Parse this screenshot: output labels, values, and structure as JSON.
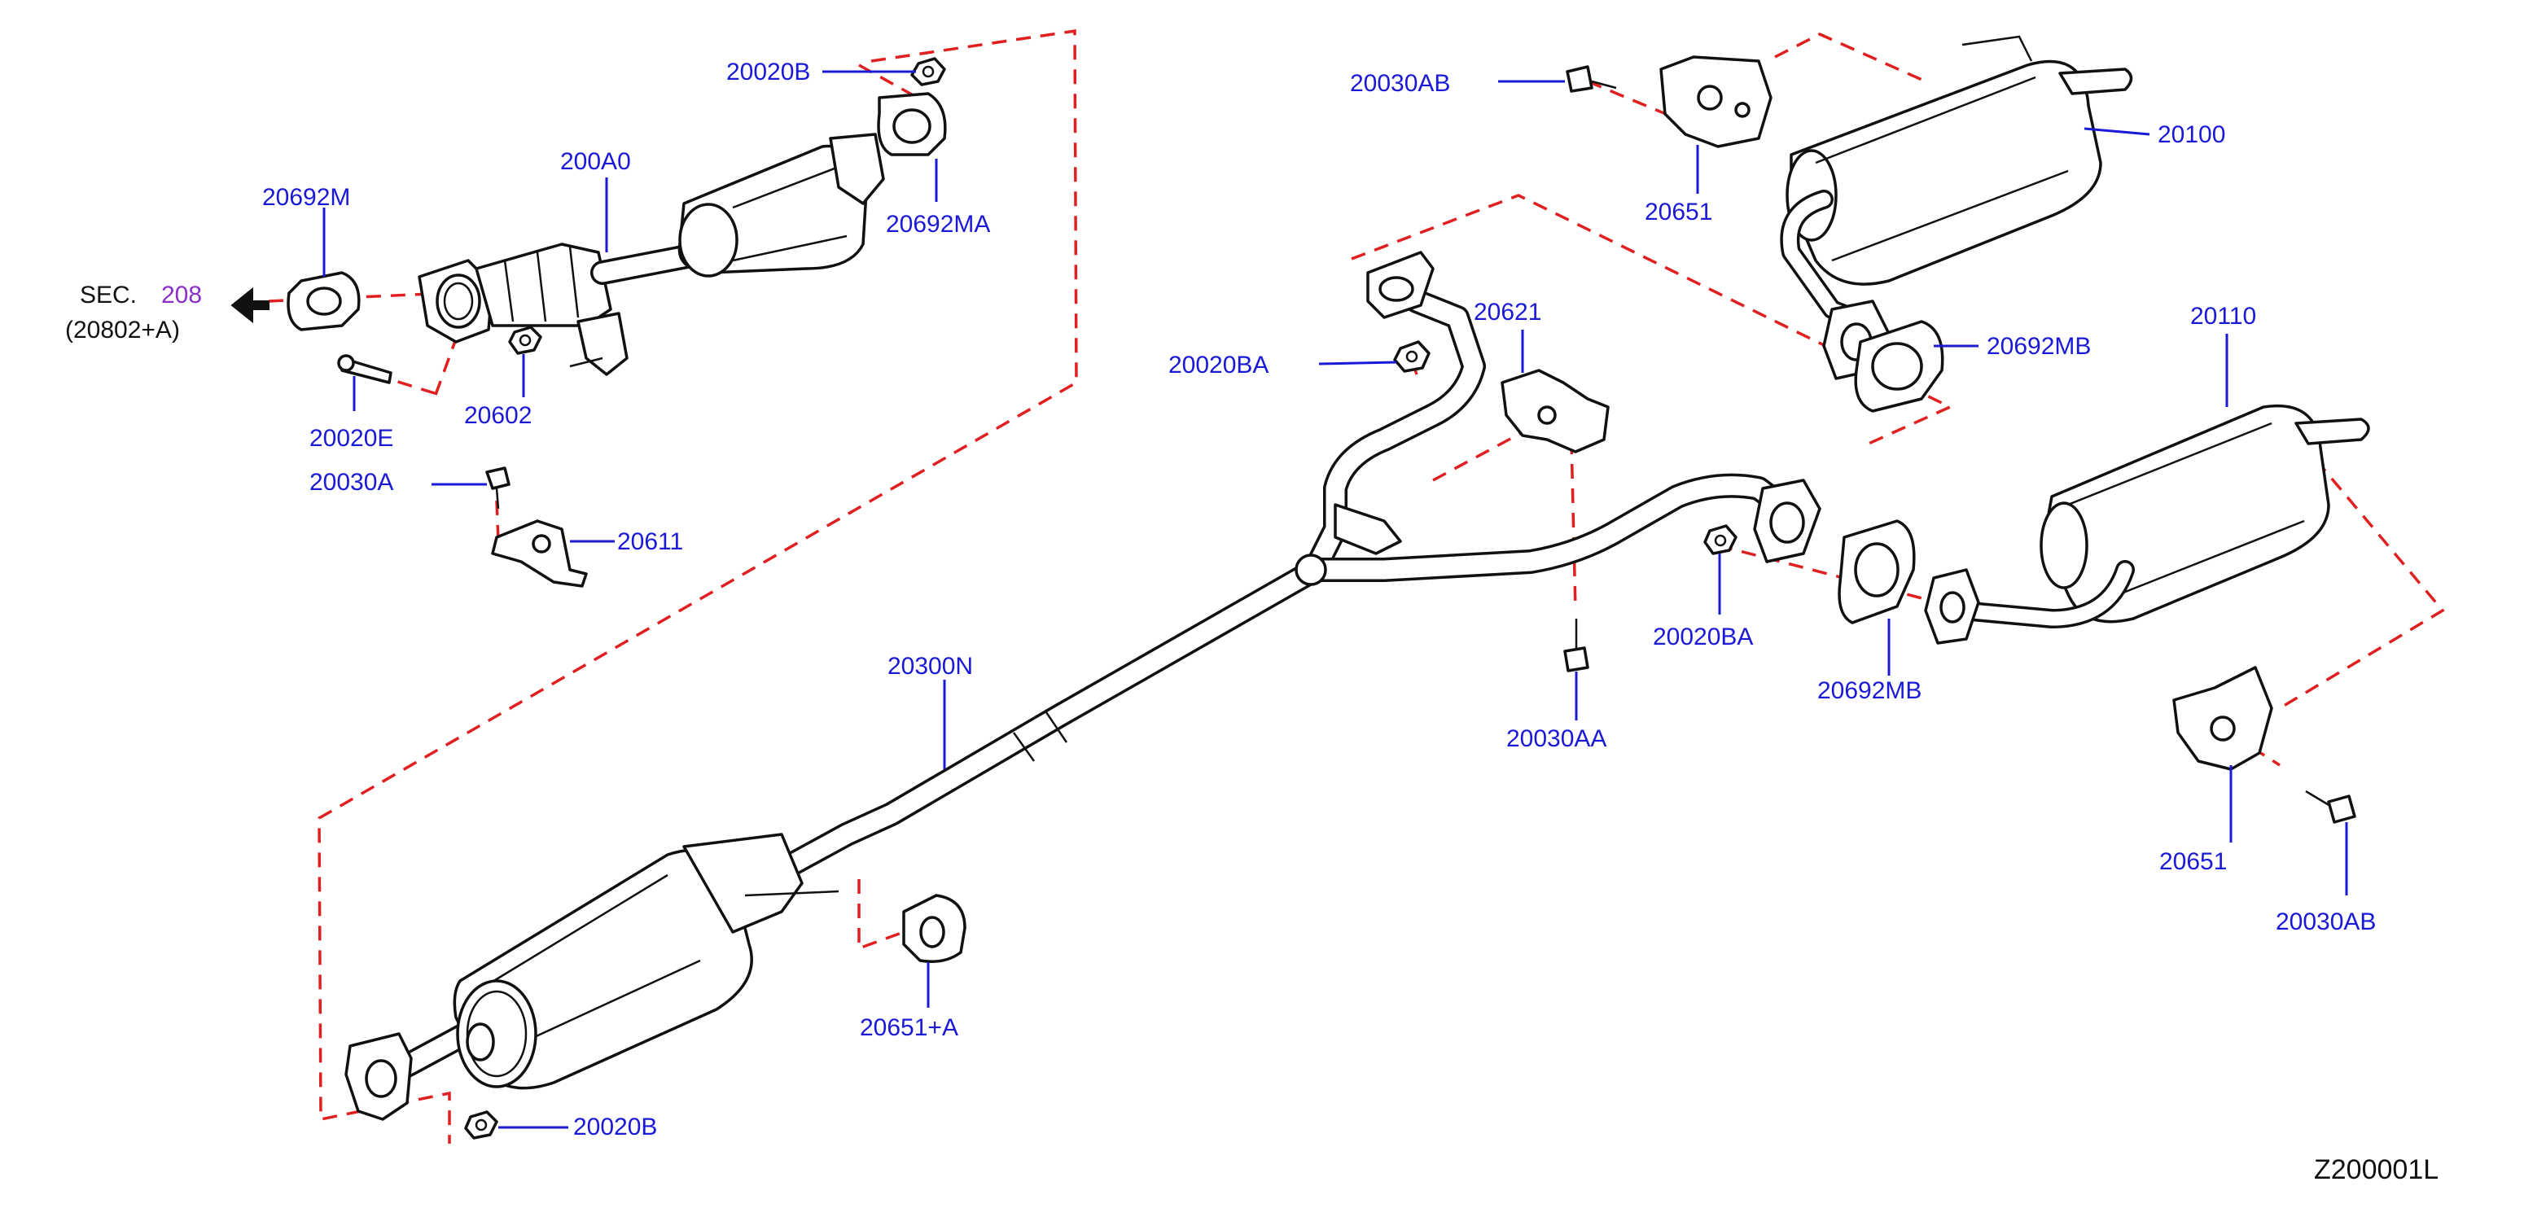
{
  "diagram": {
    "figure_code": "Z200001L",
    "section_ref": {
      "prefix": "SEC.",
      "number": "208",
      "sub": "(20802+A)"
    },
    "labels": {
      "p20020B_top": "20020B",
      "p200A0": "200A0",
      "p20692M": "20692M",
      "p20692MA": "20692MA",
      "p20020E": "20020E",
      "p20602": "20602",
      "p20030A": "20030A",
      "p20611": "20611",
      "p20030AB_top": "20030AB",
      "p20651_top": "20651",
      "p20100": "20100",
      "p20692MB_top": "20692MB",
      "p20110": "20110",
      "p20621": "20621",
      "p20020BA_left": "20020BA",
      "p20020BA_right": "20020BA",
      "p20030AA": "20030AA",
      "p20692MB_bottom": "20692MB",
      "p20651_right": "20651",
      "p20030AB_right": "20030AB",
      "p20300N": "20300N",
      "p20651A": "20651+A",
      "p20020B_bottom": "20020B"
    }
  }
}
